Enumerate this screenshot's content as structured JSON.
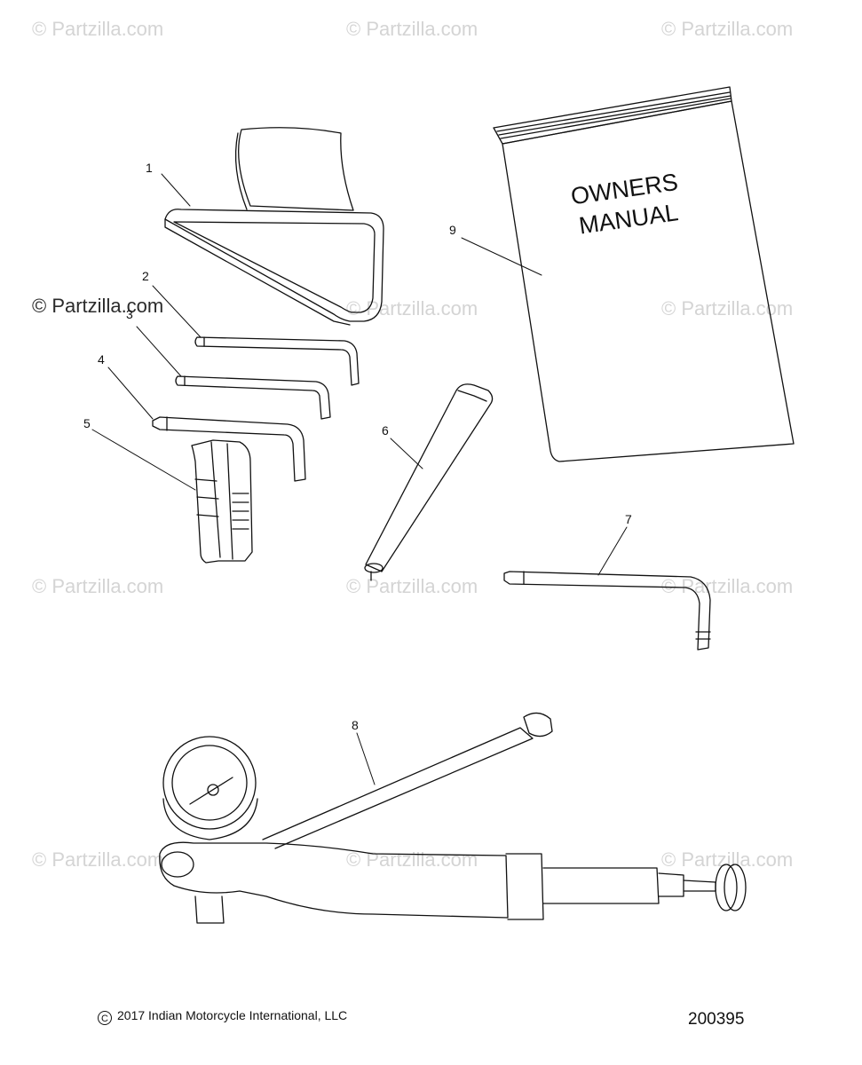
{
  "watermarks": [
    "© Partzilla.com",
    "© Partzilla.com",
    "© Partzilla.com",
    "© Partzilla.com",
    "© Partzilla.com",
    "© Partzilla.com",
    "© Partzilla.com",
    "© Partzilla.com",
    "© Partzilla.com",
    "© Partzilla.com",
    "© Partzilla.com",
    "© Partzilla.com"
  ],
  "callouts": [
    "1",
    "2",
    "3",
    "4",
    "5",
    "6",
    "7",
    "8",
    "9"
  ],
  "manual": {
    "line1": "OWNERS",
    "line2": "MANUAL"
  },
  "footer": {
    "copyright_symbol": "C",
    "copyright": "2017 Indian Motorcycle International, LLC",
    "diagram_number": "200395"
  }
}
